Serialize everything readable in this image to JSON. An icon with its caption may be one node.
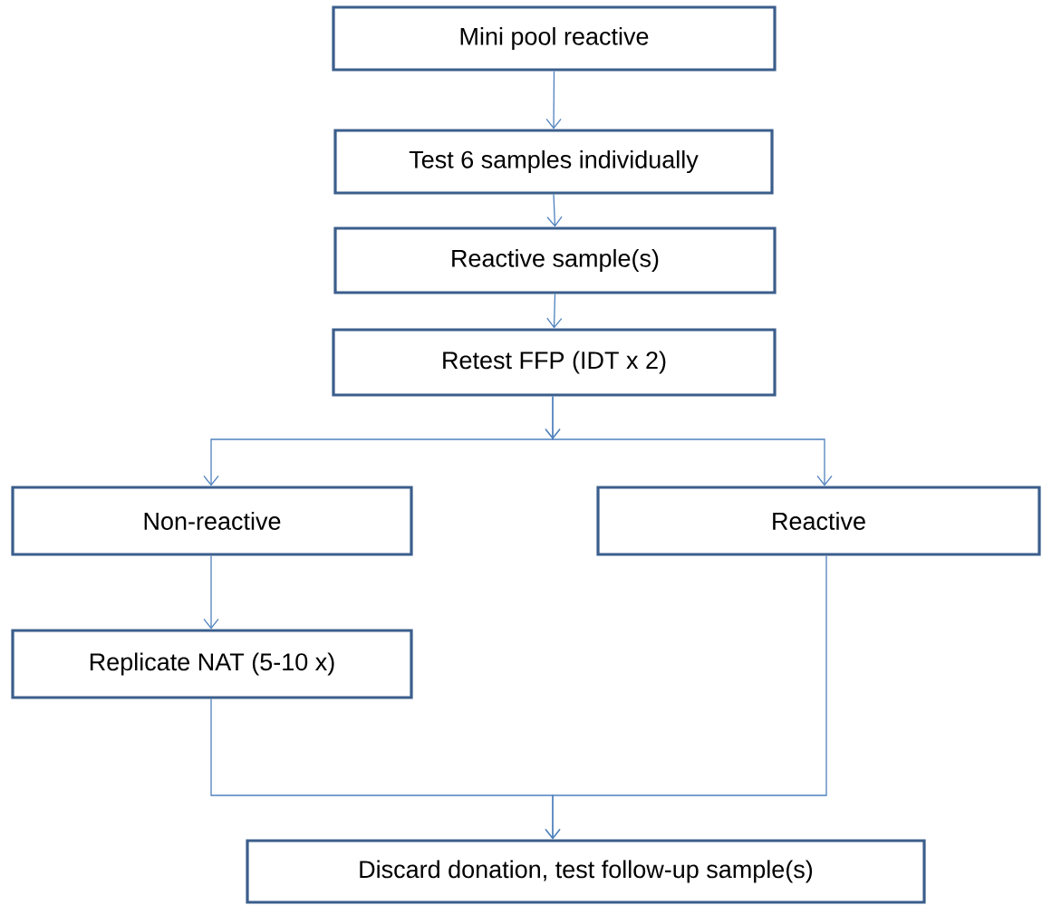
{
  "diagram": {
    "nodes": [
      {
        "text": [
          "Mini pool reactive"
        ]
      },
      {
        "text": [
          "Test 6 samples individually"
        ]
      },
      {
        "text": [
          "Reactive  sample(s)"
        ]
      },
      {
        "text": [
          "Retest FFP (IDT x 2)"
        ]
      },
      {
        "text": [
          "Non-reactive"
        ]
      },
      {
        "text": [
          "Reactive"
        ]
      },
      {
        "text": [
          "Replicate NAT (5-10 x)"
        ]
      },
      {
        "text": [
          "Discard  donation, test follow-up sample(s)"
        ]
      }
    ],
    "edges": [
      {
        "from": 0,
        "to": 1,
        "arrow": "to"
      },
      {
        "from": 1,
        "to": 2,
        "arrow": "to"
      },
      {
        "from": 2,
        "to": 3,
        "arrow": "to"
      },
      {
        "from": 3,
        "to": 4,
        "arrow": "to"
      },
      {
        "from": 3,
        "to": 5,
        "arrow": "to"
      },
      {
        "from": 4,
        "to": 6,
        "arrow": "to"
      },
      {
        "from": 6,
        "to": 7,
        "arrow": "to"
      },
      {
        "from": 5,
        "to": 7,
        "arrow": "to"
      }
    ]
  }
}
